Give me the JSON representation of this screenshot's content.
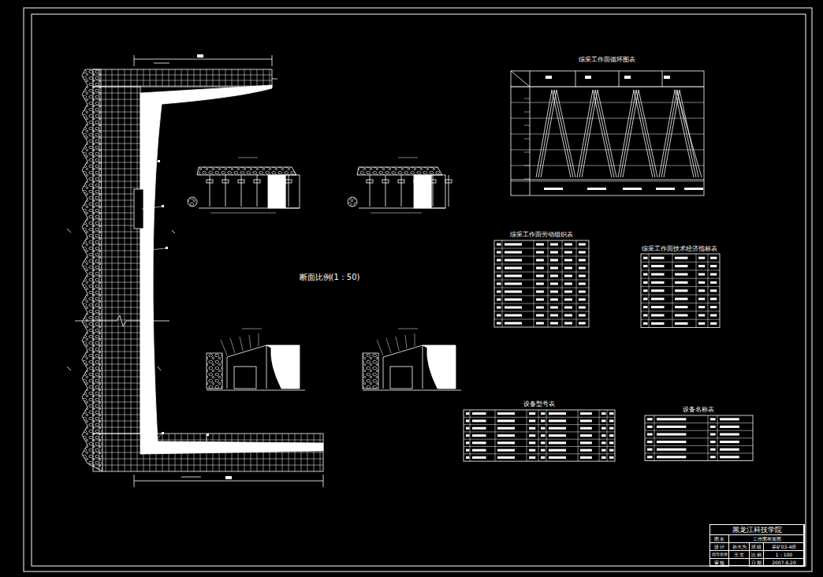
{
  "diagram": {
    "nodes": [
      {
        "text": [
          "黑龙江科技学院",
          "图 名",
          "工作面布置图",
          "设 计",
          "孙大为",
          "班 级",
          "采矿03-4班",
          "指导老师",
          "王 文",
          "比 例",
          "1：100",
          "审 核",
          "日 期",
          "2007.6.20"
        ]
      }
    ],
    "labels": [
      "综采工作面循环图表",
      "断面比例(1：50)",
      "综采工作面劳动组织表",
      "综采工作面技术经济指标表",
      "设备型号表",
      "设备名称表"
    ]
  }
}
